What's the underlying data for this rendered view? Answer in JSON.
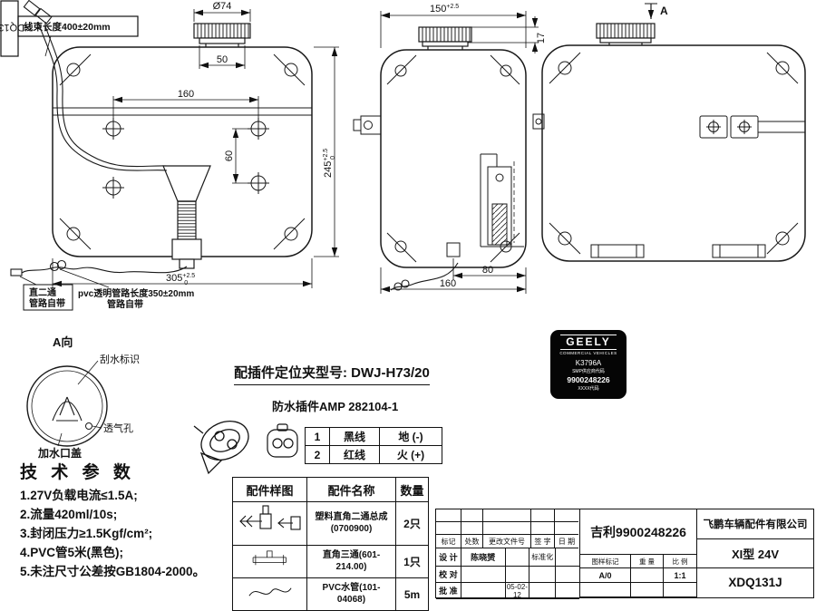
{
  "sheet": {
    "side_code": "XDQ131J",
    "harness_note": "线束长度400±20mm",
    "callout_straight": [
      "直二通",
      "管路自带"
    ],
    "callout_pvc": [
      "pvc透明管路长度350±20mm",
      "管路自带"
    ]
  },
  "dims": {
    "cap_dia": "Ø74",
    "d50": "50",
    "d160f": "160",
    "d60": "60",
    "d245": "245",
    "d245_tu": "+2.5",
    "d245_td": "0",
    "d305": "305",
    "d305_tu": "+2.5",
    "d305_td": "0",
    "d150": "150",
    "d150_tu": "+2.5",
    "d17": "17",
    "d80": "80",
    "d160s": "160",
    "arrow_a": "A"
  },
  "a_view": {
    "title": "A向",
    "wiper": "刮水标识",
    "vent": "透气孔",
    "cap": "加水口盖"
  },
  "tech": {
    "title": "技 术 参 数",
    "items": [
      "1.27V负载电流≤1.5A;",
      "2.流量420ml/10s;",
      "3.封闭压力≥1.5Kgf/cm²;",
      "4.PVC管5米(黑色);",
      "5.未注尺寸公差按GB1804-2000。"
    ]
  },
  "connector": {
    "clamp": "配插件定位夹型号: DWJ-H73/20",
    "plug": "防水插件AMP 282104-1",
    "pins": [
      {
        "no": "1",
        "wire": "黑线",
        "sig": "地 (-)"
      },
      {
        "no": "2",
        "wire": "红线",
        "sig": "火 (+)"
      }
    ]
  },
  "parts": {
    "headers": [
      "配件样图",
      "配件名称",
      "数量"
    ],
    "rows": [
      {
        "name": "塑料直角二通总成",
        "sub": "(0700900)",
        "qty": "2只"
      },
      {
        "name": "直角三通(601-214.00)",
        "sub": "",
        "qty": "1只"
      },
      {
        "name": "PVC水管(101-04068)",
        "sub": "",
        "qty": "5m"
      }
    ]
  },
  "badge": {
    "logo": "GEELY",
    "logo_sub": "COMMERCIAL VEHICLES",
    "l1": "K3796A",
    "l2": "SMP供应商代码",
    "l3": "9900248226",
    "l4": "XXXX代码"
  },
  "tb": {
    "part_no": "吉利9900248226",
    "company": "飞鹏车辆配件有限公司",
    "model": "XI型 24V",
    "code": "XDQ131J",
    "rev_headers": [
      "标记",
      "处数",
      "更改文件号",
      "签 字",
      "日 期"
    ],
    "design": "设 计",
    "designer": "陈晓赟",
    "standard": "标准化",
    "check": "校 对",
    "approve": "批 准",
    "date": "05-02-12",
    "stage_headers": [
      "图样标记",
      "重 量",
      "比 例"
    ],
    "stage_mark": "A/0",
    "scale": "1:1"
  }
}
